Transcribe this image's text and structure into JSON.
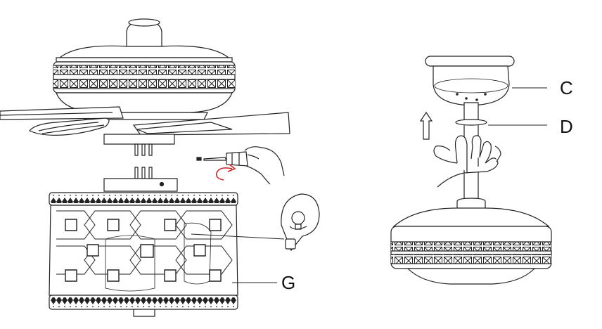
{
  "labels": {
    "canopy": "C",
    "ring": "D",
    "shade": "G"
  },
  "colors": {
    "line": "#222222",
    "arrow": "#d22020",
    "fill": "#ffffff"
  },
  "icons": [
    "screwdriver-icon",
    "hand-icon",
    "light-bulb-icon",
    "up-arrow-icon",
    "rotate-arrow-icon"
  ]
}
